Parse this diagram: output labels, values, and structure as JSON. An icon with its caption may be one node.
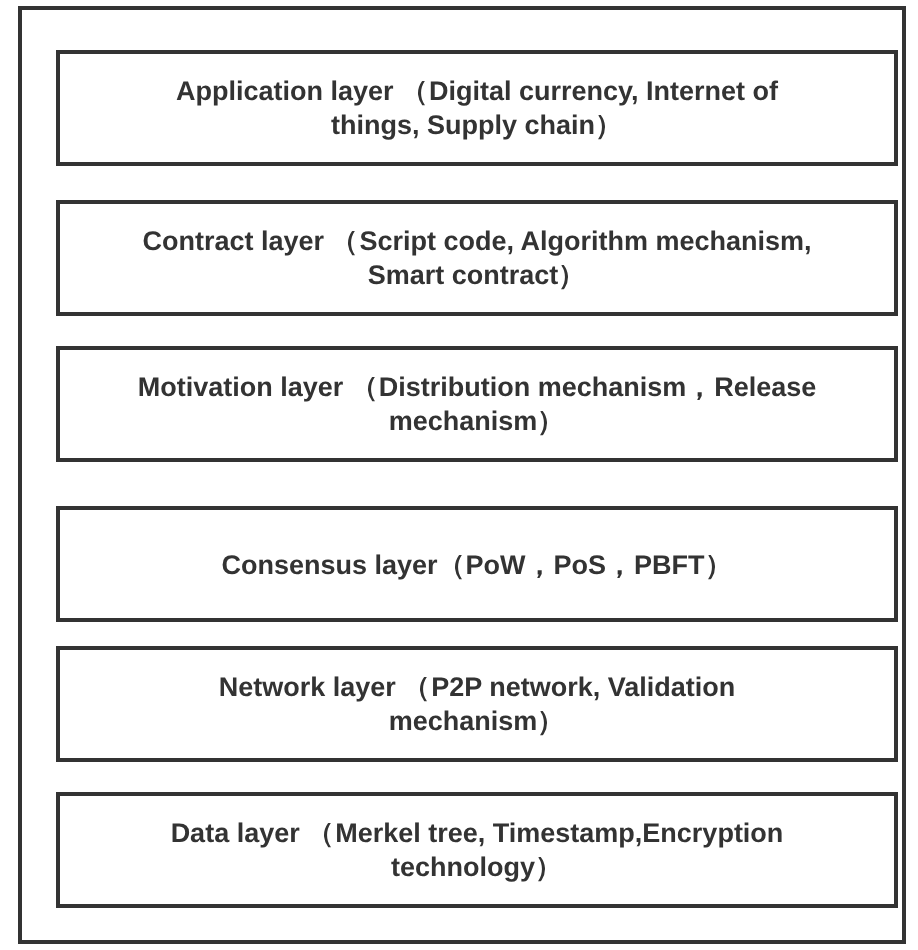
{
  "diagram": {
    "nodes": [
      {
        "text": [],
        "shape": "box"
      },
      {
        "text": [
          "Application layer （Digital currency, Internet of things, Supply chain）"
        ],
        "in": 0
      },
      {
        "text": [
          "Contract layer （Script code, Algorithm mechanism, Smart contract）"
        ],
        "in": 0
      },
      {
        "text": [
          "Motivation layer （Distribution mechanism，Release mechanism）"
        ],
        "in": 0
      },
      {
        "text": [
          "Consensus layer（PoW，PoS，PBFT）"
        ],
        "in": 0
      },
      {
        "text": [
          "Network layer （P2P network, Validation mechanism）"
        ],
        "in": 0
      },
      {
        "text": [
          "Data layer （Merkel tree, Timestamp,Encryption technology）"
        ],
        "in": 0
      }
    ]
  }
}
